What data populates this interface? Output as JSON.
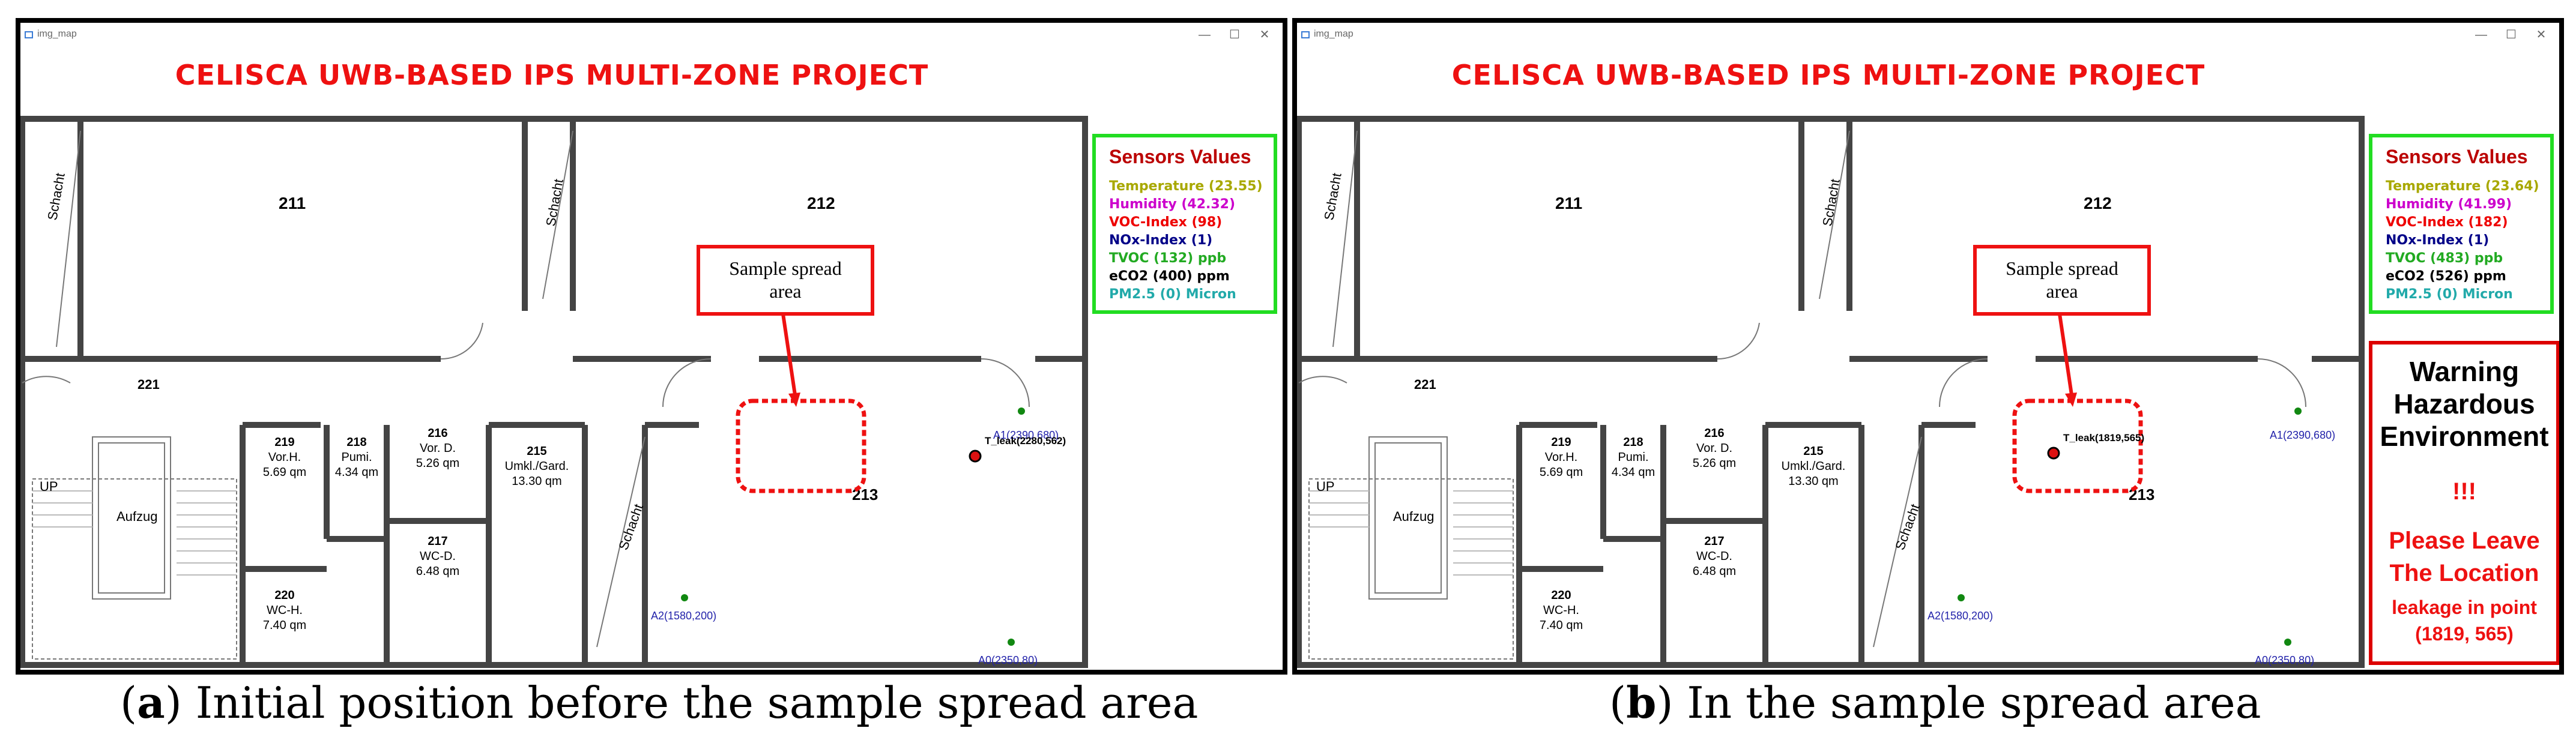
{
  "window": {
    "title": "img_map",
    "minimize": "—",
    "maximize": "☐",
    "close": "✕"
  },
  "map_title": "CELISCA UWB-BASED IPS MULTI-ZONE PROJECT",
  "rooms": {
    "r211": "211",
    "r212": "212",
    "r221": "221",
    "r213": "213",
    "schacht": "Schacht",
    "up": "UP",
    "aufzug": "Aufzug",
    "r219": [
      "219",
      "Vor.H.",
      "5.69 qm"
    ],
    "r218": [
      "218",
      "Pumi.",
      "4.34 qm"
    ],
    "r216": [
      "216",
      "Vor. D.",
      "5.26 qm"
    ],
    "r215": [
      "215",
      "Umkl./Gard.",
      "13.30 qm"
    ],
    "r217": [
      "217",
      "WC-D.",
      "6.48 qm"
    ],
    "r220": [
      "220",
      "WC-H.",
      "7.40 qm"
    ]
  },
  "anchors": {
    "a1": "A1(2390,680)",
    "a2": "A2(1580,200)",
    "a0": "A0(2350,80)"
  },
  "callout": {
    "line1": "Sample spread",
    "line2": "area"
  },
  "panel_a": {
    "tag": "T_leak(2280,562)",
    "sensors": {
      "title": "Sensors Values",
      "temperature": "Temperature (23.55)",
      "humidity": "Humidity (42.32)",
      "voc": "VOC-Index (98)",
      "nox": "NOx-Index (1)",
      "tvoc": "TVOC (132) ppb",
      "eco2": "eCO2 (400) ppm",
      "pm25": "PM2.5 (0) Micron"
    },
    "caption_label": "a",
    "caption_text": " Initial position before the sample spread area"
  },
  "panel_b": {
    "tag": "T_leak(1819,565)",
    "sensors": {
      "title": "Sensors Values",
      "temperature": "Temperature (23.64)",
      "humidity": "Humidity (41.99)",
      "voc": "VOC-Index (182)",
      "nox": "NOx-Index (1)",
      "tvoc": "TVOC (483) ppb",
      "eco2": "eCO2 (526) ppm",
      "pm25": "PM2.5 (0) Micron"
    },
    "warning": {
      "line1": "Warning",
      "line2": "Hazardous",
      "line3": "Environment",
      "line4": "!!!",
      "line5": "Please Leave",
      "line6": "The Location",
      "line7": "leakage in point",
      "line8": "(1819, 565)"
    },
    "caption_label": "b",
    "caption_text": " In the sample spread area"
  },
  "colors": {
    "title_red": "#ee1111",
    "sensor_border": "#22dd22",
    "temperature": "#a8a800",
    "humidity": "#cc00cc",
    "voc": "#ee0000",
    "nox": "#000088",
    "tvoc": "#22aa22",
    "eco2": "#000000",
    "pm25": "#22aaaa",
    "anchor_blue": "#2222aa",
    "wall": "#444444"
  }
}
